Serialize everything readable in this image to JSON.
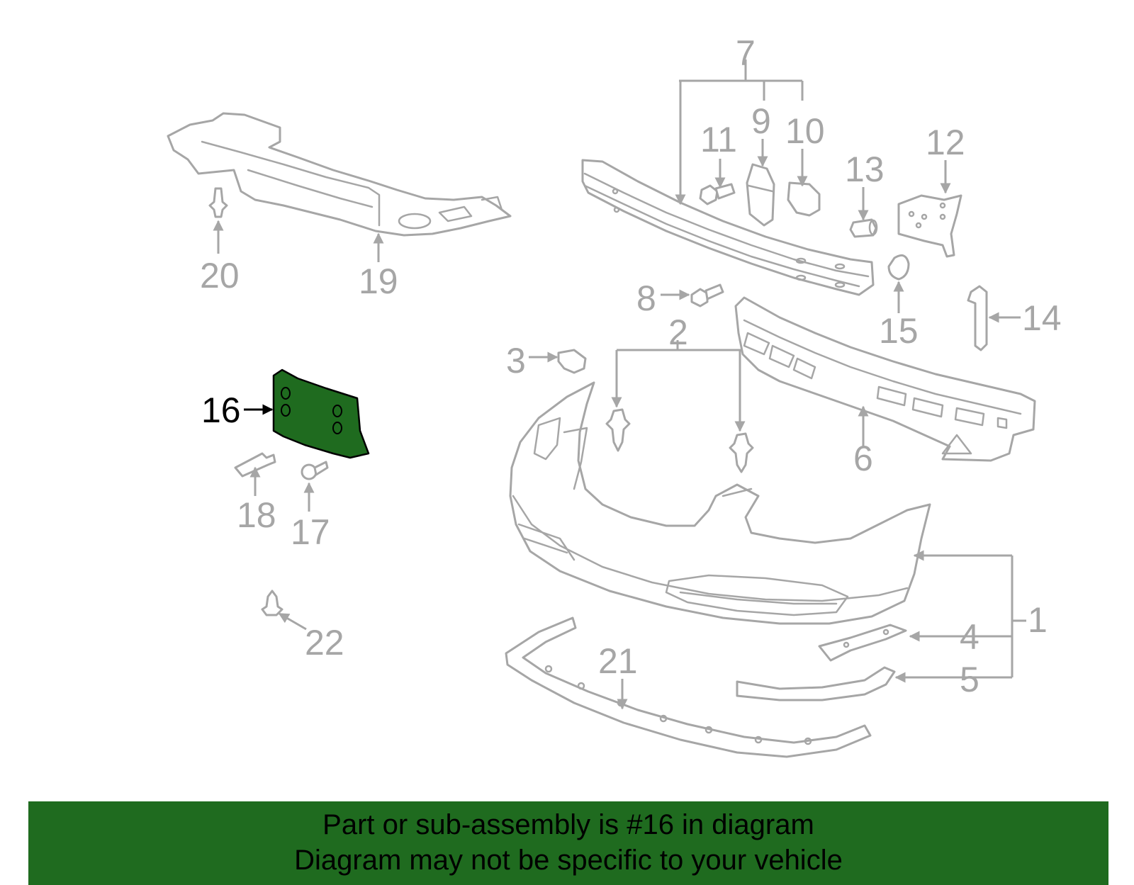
{
  "colors": {
    "line": "#a6a6a6",
    "highlight_fill": "#1f6b1f",
    "highlight_text": "#000000",
    "banner_bg": "#1f6b1f"
  },
  "callouts": [
    {
      "id": "1",
      "label": "1",
      "highlighted": false
    },
    {
      "id": "2",
      "label": "2",
      "highlighted": false
    },
    {
      "id": "3",
      "label": "3",
      "highlighted": false
    },
    {
      "id": "4",
      "label": "4",
      "highlighted": false
    },
    {
      "id": "5",
      "label": "5",
      "highlighted": false
    },
    {
      "id": "6",
      "label": "6",
      "highlighted": false
    },
    {
      "id": "7",
      "label": "7",
      "highlighted": false
    },
    {
      "id": "8",
      "label": "8",
      "highlighted": false
    },
    {
      "id": "9",
      "label": "9",
      "highlighted": false
    },
    {
      "id": "10",
      "label": "10",
      "highlighted": false
    },
    {
      "id": "11",
      "label": "11",
      "highlighted": false
    },
    {
      "id": "12",
      "label": "12",
      "highlighted": false
    },
    {
      "id": "13",
      "label": "13",
      "highlighted": false
    },
    {
      "id": "14",
      "label": "14",
      "highlighted": false
    },
    {
      "id": "15",
      "label": "15",
      "highlighted": false
    },
    {
      "id": "16",
      "label": "16",
      "highlighted": true
    },
    {
      "id": "17",
      "label": "17",
      "highlighted": false
    },
    {
      "id": "18",
      "label": "18",
      "highlighted": false
    },
    {
      "id": "19",
      "label": "19",
      "highlighted": false
    },
    {
      "id": "20",
      "label": "20",
      "highlighted": false
    },
    {
      "id": "21",
      "label": "21",
      "highlighted": false
    },
    {
      "id": "22",
      "label": "22",
      "highlighted": false
    }
  ],
  "banner": {
    "line1": "Part or sub-assembly is #16 in diagram",
    "line2": "Diagram may not be specific to your vehicle"
  }
}
